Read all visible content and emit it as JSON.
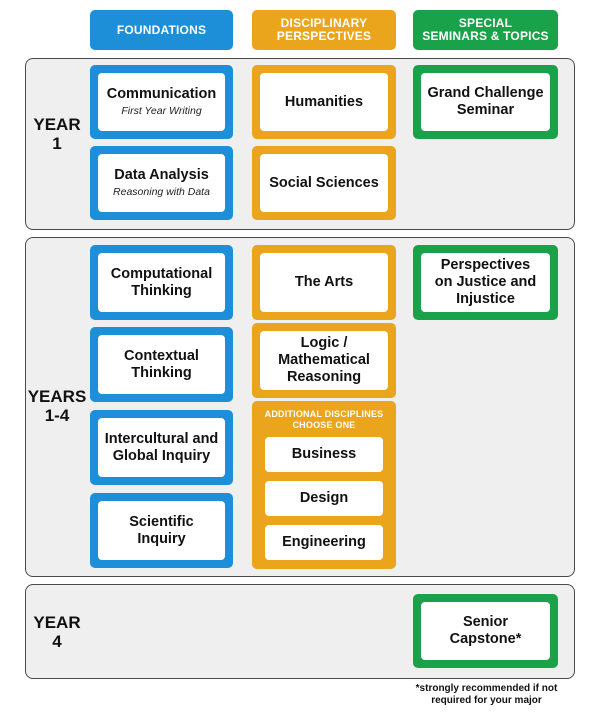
{
  "headers": {
    "foundations": "FOUNDATIONS",
    "disciplinary_line1": "DISCIPLINARY",
    "disciplinary_line2": "PERSPECTIVES",
    "special_line1": "SPECIAL",
    "special_line2": "SEMINARS & TOPICS"
  },
  "rows": {
    "year1": {
      "line1": "YEAR",
      "line2": "1"
    },
    "years14": {
      "line1": "YEARS",
      "line2": "1-4"
    },
    "year4": {
      "line1": "YEAR",
      "line2": "4"
    }
  },
  "foundations": {
    "communication": {
      "title": "Communication",
      "subtitle": "First Year Writing"
    },
    "data_analysis": {
      "title": "Data Analysis",
      "subtitle": "Reasoning with Data"
    },
    "computational": {
      "line1": "Computational",
      "line2": "Thinking"
    },
    "contextual": {
      "line1": "Contextual",
      "line2": "Thinking"
    },
    "intercultural": {
      "line1": "Intercultural and",
      "line2": "Global Inquiry"
    },
    "scientific": {
      "line1": "Scientific",
      "line2": "Inquiry"
    }
  },
  "disciplinary": {
    "humanities": "Humanities",
    "social_sciences": "Social Sciences",
    "arts": "The Arts",
    "logic": {
      "line1": "Logic /",
      "line2": "Mathematical",
      "line3": "Reasoning"
    },
    "additional": {
      "label_line1": "ADDITIONAL DISCIPLINES",
      "label_line2": "CHOOSE ONE",
      "options": [
        "Business",
        "Design",
        "Engineering"
      ]
    }
  },
  "special": {
    "grand_challenge": {
      "line1": "Grand Challenge",
      "line2": "Seminar"
    },
    "justice": {
      "line1": "Perspectives",
      "line2": "on Justice and",
      "line3": "Injustice"
    },
    "capstone": {
      "line1": "Senior",
      "line2": "Capstone*"
    }
  },
  "footnote": {
    "line1": "*strongly recommended if not",
    "line2": "required for your major"
  },
  "colors": {
    "foundations": "#1d8fd8",
    "disciplinary": "#eaa51d",
    "special": "#19a24a",
    "panel": "#efefef"
  }
}
